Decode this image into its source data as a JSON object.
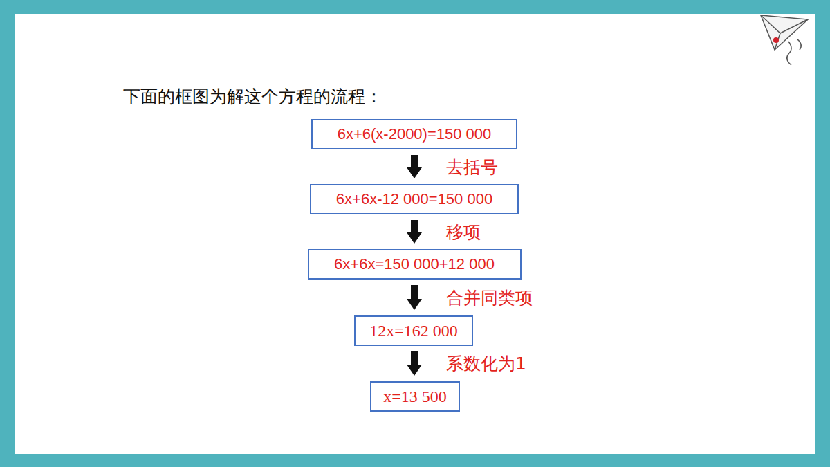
{
  "diagram": {
    "title": "下面的框图为解这个方程的流程：",
    "nodes": [
      {
        "text": [
          "6x+6(x-2000)=150 000"
        ]
      },
      {
        "text": [
          "6x+6x-12 000=150 000"
        ]
      },
      {
        "text": [
          "6x+6x=150 000+12 000"
        ]
      },
      {
        "text": [
          "12x=162 000"
        ]
      },
      {
        "text": [
          "x=13 500"
        ]
      }
    ],
    "edges": [
      {
        "from": 0,
        "to": 1,
        "arrow": "to",
        "label": "去括号"
      },
      {
        "from": 1,
        "to": 2,
        "arrow": "to",
        "label": "移项"
      },
      {
        "from": 2,
        "to": 3,
        "arrow": "to",
        "label": "合并同类项"
      },
      {
        "from": 3,
        "to": 4,
        "arrow": "to",
        "label": "系数化为1"
      }
    ]
  }
}
